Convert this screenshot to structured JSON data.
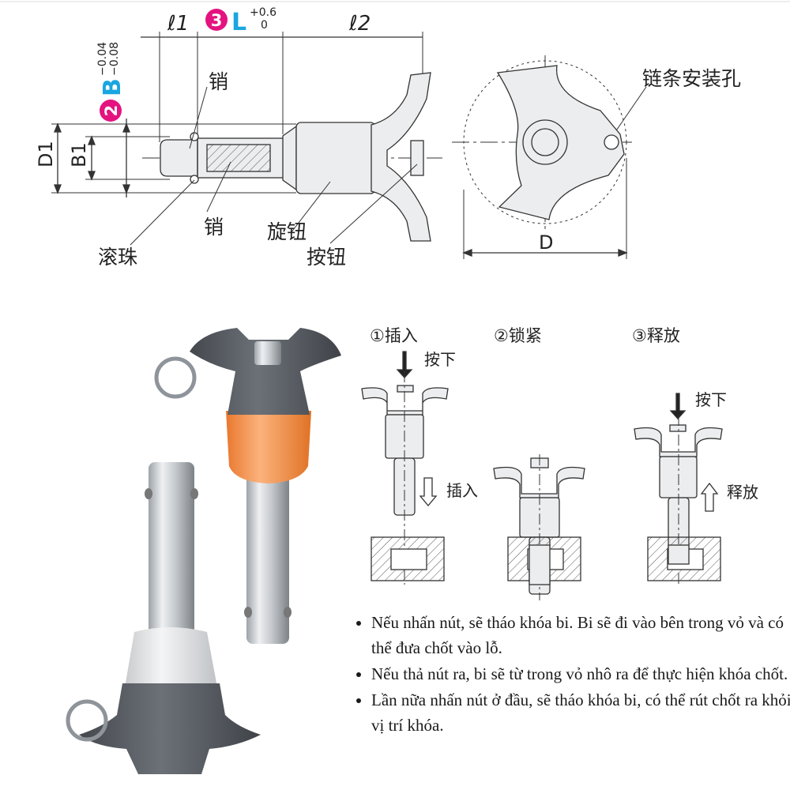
{
  "dimensions": {
    "l1": "ℓ1",
    "L_num": "3",
    "L": "L",
    "L_tol_upper": "+0.6",
    "L_tol_lower": "0",
    "l2": "ℓ2",
    "B_num": "2",
    "B": "B",
    "B_tol_upper": "−0.04",
    "B_tol_lower": "−0.08",
    "D1": "D1",
    "B1": "B1",
    "D": "D"
  },
  "parts": {
    "pin_top": "销",
    "pin_bottom": "销",
    "ball": "滚珠",
    "knob": "旋钮",
    "button": "按钮",
    "chain_hole": "链条安装孔"
  },
  "steps": [
    {
      "title": "①插入",
      "actions": [
        "按下",
        "插入"
      ]
    },
    {
      "title": "②锁紧",
      "actions": []
    },
    {
      "title": "③释放",
      "actions": [
        "按下",
        "释放"
      ]
    }
  ],
  "bullets": [
    "Nếu nhấn nút, sẽ tháo khóa bi. Bi sẽ đi vào bên trong vỏ và có thể đưa chốt vào lỗ.",
    "Nếu thả nút ra, bi sẽ từ trong vỏ nhô ra để thực hiện khóa chốt.",
    "Lần nữa nhấn nút ở đầu, sẽ tháo khóa bi, có thể rút chốt ra khỏi vị trí khóa."
  ],
  "colors": {
    "badge_pink": "#e4137f",
    "letter_blue": "#1aa6e0",
    "knob_dark": "#5a5f66",
    "sleeve_orange": "#f6964f",
    "sleeve_white": "#e6e7e9"
  }
}
